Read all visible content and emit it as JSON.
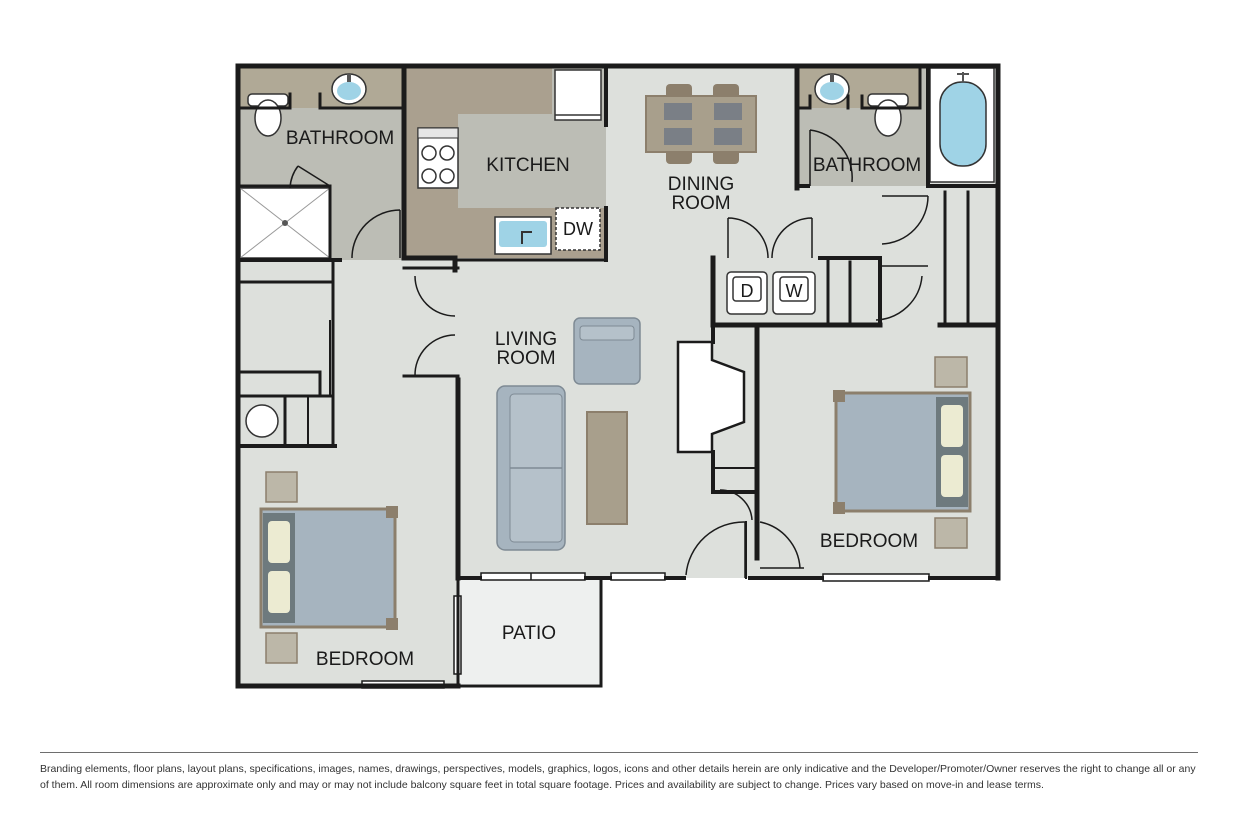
{
  "rooms": {
    "bathroom_left": "BATHROOM",
    "kitchen": "KITCHEN",
    "dining_line1": "DINING",
    "dining_line2": "ROOM",
    "bathroom_right": "BATHROOM",
    "living_line1": "LIVING",
    "living_line2": "ROOM",
    "bedroom_right": "BEDROOM",
    "bedroom_left": "BEDROOM",
    "patio": "PATIO"
  },
  "fixtures": {
    "dishwasher": "DW",
    "dryer": "D",
    "washer": "W"
  },
  "colors": {
    "wall": "#1b1b1b",
    "floor": "#dde0dc",
    "wet_floor": "#bcbdb5",
    "kitchen_counter": "#aaa08f",
    "furniture_fill": "#a6b4bf",
    "wood": "#8c7f6c",
    "water": "#9fd3e6"
  },
  "disclaimer": "Branding elements, floor plans, layout plans, specifications, images, names, drawings, perspectives, models, graphics, logos, icons and other details herein are only indicative and the Developer/Promoter/Owner reserves the right to change all or any of them. All room dimensions are approximate only and may or may not include balcony square feet in total square footage. Prices and availability are subject to change. Prices vary based on move-in and lease terms."
}
